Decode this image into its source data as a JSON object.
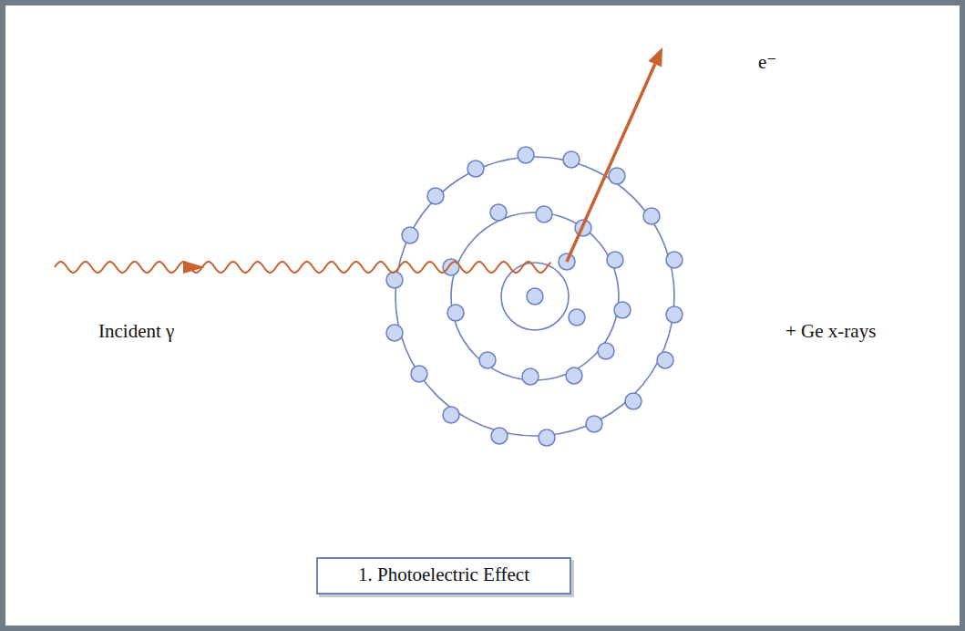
{
  "diagram": {
    "nodes": [
      {
        "text": [
          "1. Photoelectric Effect"
        ]
      }
    ],
    "labels": [
      "Incident γ",
      "e⁻",
      "+ Ge x-rays"
    ]
  }
}
